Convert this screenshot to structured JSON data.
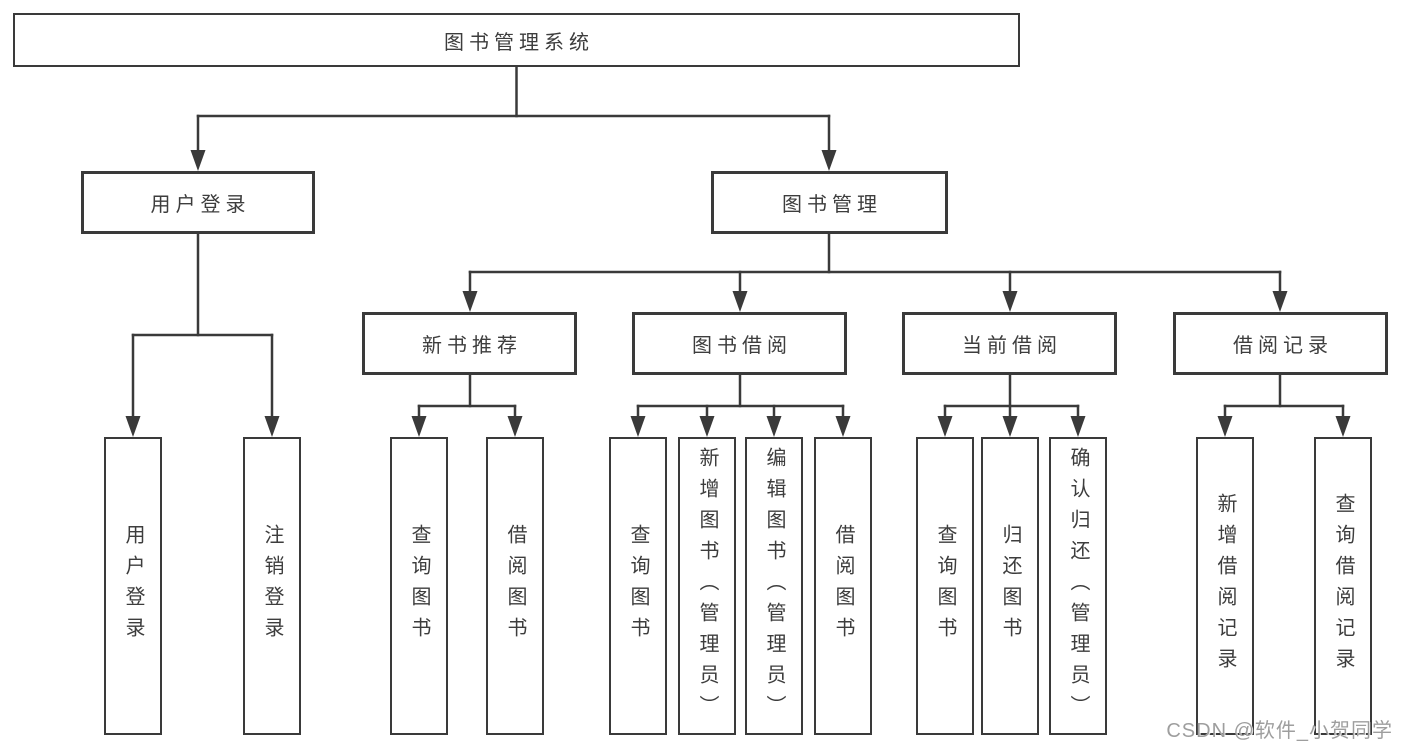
{
  "title": "图书管理系统",
  "tree": {
    "label": "图书管理系统",
    "children": [
      {
        "label": "用户登录",
        "children": [
          {
            "label": "用户登录"
          },
          {
            "label": "注销登录"
          }
        ]
      },
      {
        "label": "图书管理",
        "children": [
          {
            "label": "新书推荐",
            "children": [
              {
                "label": "查询图书"
              },
              {
                "label": "借阅图书"
              }
            ]
          },
          {
            "label": "图书借阅",
            "children": [
              {
                "label": "查询图书"
              },
              {
                "label": "新增图书（管理员）"
              },
              {
                "label": "编辑图书（管理员）"
              },
              {
                "label": "借阅图书"
              }
            ]
          },
          {
            "label": "当前借阅",
            "children": [
              {
                "label": "查询图书"
              },
              {
                "label": "归还图书"
              },
              {
                "label": "确认归还（管理员）"
              }
            ]
          },
          {
            "label": "借阅记录",
            "children": [
              {
                "label": "新增借阅记录"
              },
              {
                "label": "查询借阅记录"
              }
            ]
          }
        ]
      }
    ]
  },
  "watermark": "CSDN @软件_小贺同学",
  "colors": {
    "line": "#3a3a3a",
    "border": "#3a3a3a",
    "text": "#3d3d3d",
    "watermark": "#9e9e9e",
    "background": "#ffffff"
  }
}
